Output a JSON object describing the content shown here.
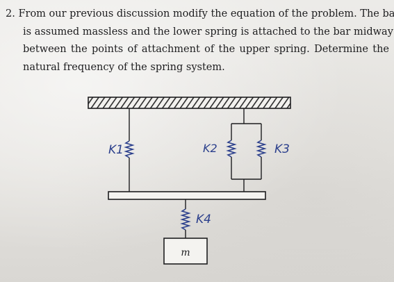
{
  "problem": {
    "number": "2.",
    "lines": [
      "From our previous discussion modify the equation of the problem. The bar",
      "is assumed massless and the lower spring is attached to the bar midway",
      "between the points of attachment of the upper spring. Determine the",
      "natural frequency of the spring system."
    ]
  },
  "diagram": {
    "spring_labels": [
      "K1",
      "K2",
      "K3",
      "K4"
    ],
    "mass_label": "m"
  },
  "colors": {
    "ink": "#1d1d1f",
    "handwriting": "#2b3f8c",
    "paper": "#e8e6e2"
  }
}
